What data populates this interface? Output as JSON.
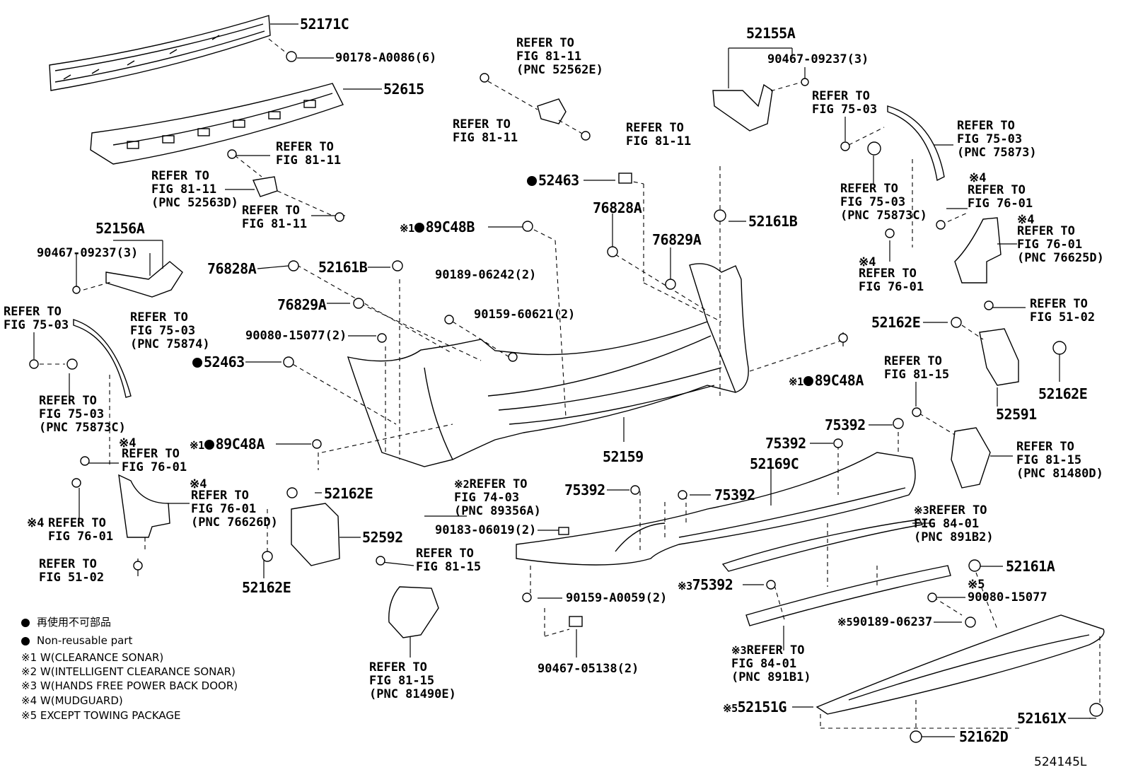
{
  "diagram_code": "524145L",
  "callouts": {
    "c52171C": "52171C",
    "c90178": "90178-A0086(6)",
    "c52615": "52615",
    "c_ref_81_11_a": "REFER TO\nFIG 81-11",
    "c_ref_81_11_pnc52563D": "REFER TO\nFIG 81-11\n(PNC 52563D)",
    "c_ref_81_11_b": "REFER TO\nFIG 81-11",
    "c52156A": "52156A",
    "c90467_l": "90467-09237(3)",
    "c_ref_75_03_l": "REFER TO\nFIG 75-03",
    "c_ref_75_03_pnc75874": "REFER TO\nFIG 75-03\n(PNC 75874)",
    "c_ref_75_03_pnc75873C_l": "REFER TO\nFIG 75-03\n(PNC 75873C)",
    "c_ref_76_01_l1": "REFER TO\nFIG 76-01",
    "c_ref_76_01_pnc76626D": "REFER TO\nFIG 76-01\n(PNC 76626D)",
    "c_ref_76_01_l2": "REFER TO\nFIG 76-01",
    "c_ref_51_02_l": "REFER TO\nFIG 51-02",
    "c52162E_a": "52162E",
    "c52592": "52592",
    "c52162E_b": "52162E",
    "c_ref_81_15_l": "REFER TO\nFIG 81-15",
    "c_ref_81_15_pnc81490E": "REFER TO\nFIG 81-15\n(PNC 81490E)",
    "c76828A_l": "76828A",
    "c52161B_l": "52161B",
    "c76829A_l": "76829A",
    "c90080_2": "90080-15077(2)",
    "c52463_l": "52463",
    "c89C48A_l": "89C48A",
    "c89C48B": "89C48B",
    "c90189_2": "90189-06242(2)",
    "c90159_60621": "90159-60621(2)",
    "c52463_top": "52463",
    "c76828A_r": "76828A",
    "c76829A_r": "76829A",
    "c52161B_r": "52161B",
    "c52159": "52159",
    "c_ref_74_03": "REFER TO\nFIG 74-03\n(PNC 89356A)",
    "c90183": "90183-06019(2)",
    "c90159_A0059": "90159-A0059(2)",
    "c90467_05138": "90467-05138(2)",
    "c_ref_81_11_top": "REFER TO\nFIG 81-11\n(PNC 52562E)",
    "c_ref_81_11_tl": "REFER TO\nFIG 81-11",
    "c_ref_81_11_tr": "REFER TO\nFIG 81-11",
    "c52155A": "52155A",
    "c90467_r": "90467-09237(3)",
    "c_ref_75_03_r": "REFER TO\nFIG 75-03",
    "c_ref_75_03_pnc75873": "REFER TO\nFIG 75-03\n(PNC 75873)",
    "c_ref_75_03_pnc75873C_r": "REFER TO\nFIG 75-03\n(PNC 75873C)",
    "c_ref_76_01_r1": "REFER TO\nFIG 76-01",
    "c_ref_76_01_pnc76625D": "REFER TO\nFIG 76-01\n(PNC 76625D)",
    "c_ref_76_01_r2": "REFER TO\nFIG 76-01",
    "c_ref_51_02_r": "REFER TO\nFIG 51-02",
    "c52162E_r1": "52162E",
    "c89C48A_r": "89C48A",
    "c52162E_r2": "52162E",
    "c52591": "52591",
    "c_ref_81_15_r1": "REFER TO\nFIG 81-15",
    "c_ref_81_15_pnc81480D": "REFER TO\nFIG 81-15\n(PNC 81480D)",
    "c75392_a": "75392",
    "c75392_b": "75392",
    "c52169C": "52169C",
    "c75392_c": "75392",
    "c75392_d": "75392",
    "c_ref_84_01_pnc891B2": "REFER TO\nFIG 84-01\n(PNC 891B2)",
    "c75392_e": "75392",
    "c52161A": "52161A",
    "c90080_single": "90080-15077",
    "c90189_06237": "90189-06237",
    "c_ref_84_01_pnc891B1": "REFER TO\nFIG 84-01\n(PNC 891B1)",
    "c52151G": "52151G",
    "c52161X": "52161X",
    "c52162D": "52162D"
  },
  "markers": {
    "m1": "※1",
    "m2": "※2",
    "m3": "※3",
    "m4": "※4",
    "m5": "※5"
  },
  "legend": {
    "line1": "再使用不可部品",
    "line2": "Non-reusable part",
    "line3": "※1 W(CLEARANCE SONAR)",
    "line4": "※2 W(INTELLIGENT CLEARANCE SONAR)",
    "line5": "※3 W(HANDS FREE POWER BACK DOOR)",
    "line6": "※4 W(MUDGUARD)",
    "line7": "※5 EXCEPT TOWING PACKAGE"
  }
}
